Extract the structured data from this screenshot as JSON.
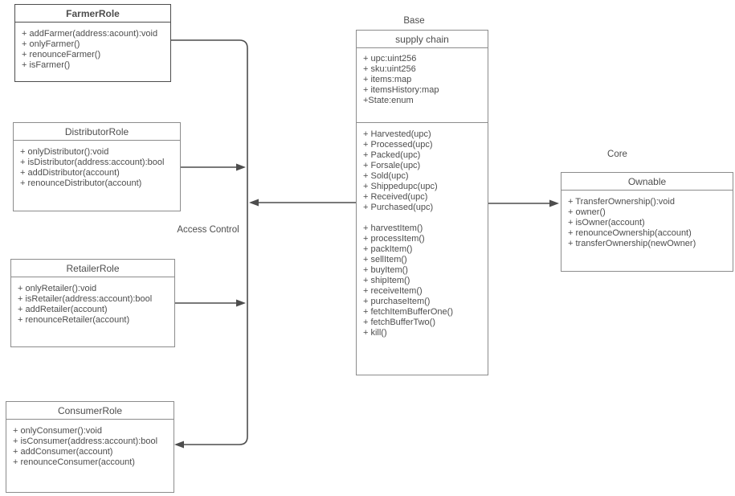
{
  "diagram": {
    "labels": {
      "access_control": "Access Control",
      "base_group": "Base",
      "core_group": "Core"
    },
    "classes": {
      "farmer_role": {
        "title": "FarmerRole",
        "methods": [
          "+ addFarmer(address:acount):void",
          "+ onlyFarmer()",
          "+ renounceFarmer()",
          "+ isFarmer()"
        ]
      },
      "distributor_role": {
        "title": "DistributorRole",
        "methods": [
          "+ onlyDistributor():void",
          "+ isDistributor(address:account):bool",
          "+ addDistributor(account)",
          "+ renounceDistributor(account)"
        ]
      },
      "retailer_role": {
        "title": "RetailerRole",
        "methods": [
          "+ onlyRetailer():void",
          "+ isRetailer(address:account):bool",
          "+ addRetailer(account)",
          "+ renounceRetailer(account)"
        ]
      },
      "consumer_role": {
        "title": "ConsumerRole",
        "methods": [
          "+ onlyConsumer():void",
          "+ isConsumer(address:account):bool",
          "+ addConsumer(account)",
          "+ renounceConsumer(account)"
        ]
      },
      "supply_chain": {
        "title": "supply chain",
        "attributes": [
          "+ upc:uint256",
          "+ sku:uint256",
          "+ items:map",
          "+ itemsHistory:map",
          "+State:enum"
        ],
        "methods": [
          "+ Harvested(upc)",
          "+ Processed(upc)",
          "+ Packed(upc)",
          "+ Forsale(upc)",
          "+ Sold(upc)",
          "+ Shippedupc(upc)",
          "+ Received(upc)",
          "+ Purchased(upc)",
          "",
          "+ harvestItem()",
          "+ processItem()",
          "+ packItem()",
          "+ sellItem()",
          "+ buyItem()",
          "+ shipItem()",
          "+ receiveItem()",
          "+ purchaseItem()",
          "+ fetchItemBufferOne()",
          "+ fetchBufferTwo()",
          "+ kill()"
        ]
      },
      "ownable": {
        "title": "Ownable",
        "methods": [
          "+ TransferOwnership():void",
          "+ owner()",
          "+ isOwner(account)",
          "+ renounceOwnership(account)",
          "+ transferOwnership(newOwner)"
        ]
      }
    },
    "colors": {
      "background": "#ffffff",
      "box_border": "#8c8c8c",
      "farmer_box_border": "#4d4d4d",
      "connector": "#4d4d4d",
      "text": "#4d4d4d"
    }
  }
}
